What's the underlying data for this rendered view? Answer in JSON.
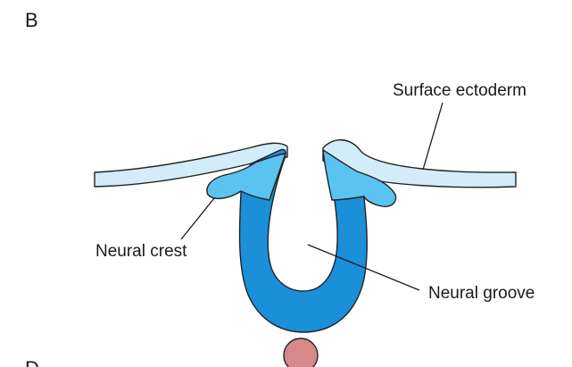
{
  "figure": {
    "panel_letter": "B",
    "next_panel_letter": "D",
    "labels": {
      "surface_ectoderm": "Surface ectoderm",
      "neural_crest": "Neural crest",
      "neural_groove": "Neural groove"
    },
    "colors": {
      "surface_ectoderm_fill": "#d3ecfa",
      "neural_crest_fill": "#5bc3f0",
      "neural_plate_fill": "#1b8fd8",
      "notochord_fill": "#d6898a",
      "outline": "#222222"
    }
  }
}
